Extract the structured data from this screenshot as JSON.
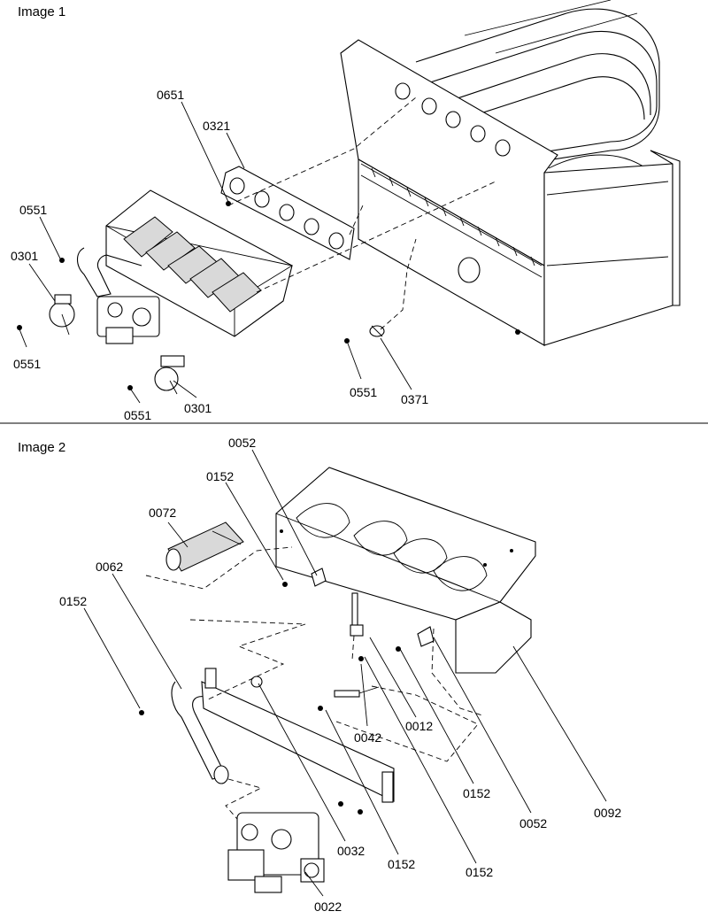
{
  "image1": {
    "caption": "Image 1",
    "callouts": [
      "0651",
      "0321",
      "0551",
      "0301",
      "0551",
      "0551",
      "0301",
      "0551",
      "0371"
    ]
  },
  "image2": {
    "caption": "Image 2",
    "callouts": [
      "0052",
      "0152",
      "0072",
      "0062",
      "0152",
      "0012",
      "0042",
      "0152",
      "0052",
      "0092",
      "0032",
      "0152",
      "0152",
      "0022"
    ]
  },
  "colors": {
    "line": "#000000",
    "background": "#ffffff"
  }
}
